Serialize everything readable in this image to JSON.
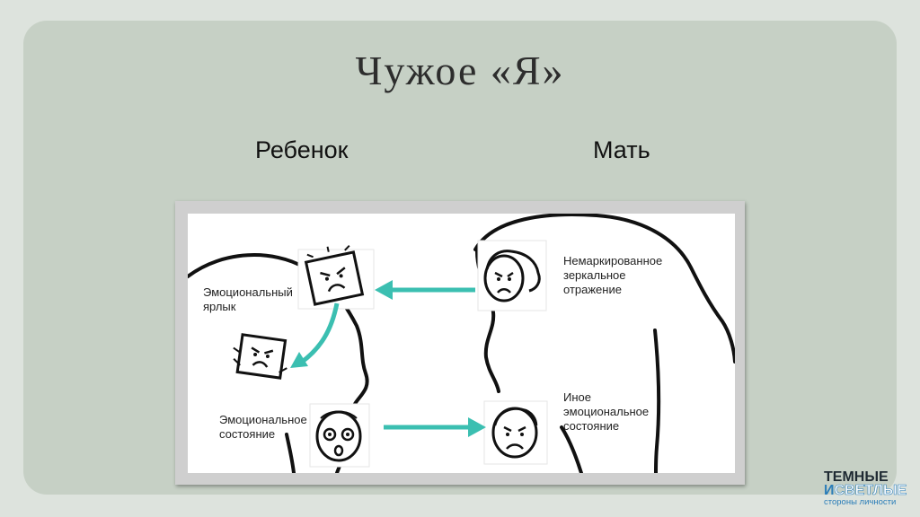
{
  "title": "Чужое «Я»",
  "columns": {
    "child": "Ребенок",
    "mother": "Мать"
  },
  "diagram": {
    "labels": {
      "emotional_label": "Эмоциональный ярлык",
      "emotional_state": "Эмоциональное состояние",
      "unmarked_mirror": "Немаркированное зеркальное отражение",
      "other_state": "Иное эмоциональное состояние"
    },
    "arrow_color": "#3bbfb1"
  },
  "brand": {
    "line1": "ТЕМНЫЕ",
    "line2_i": "И",
    "line2_rest": "СВЕТЛЫЕ",
    "line3": "стороны личности"
  }
}
